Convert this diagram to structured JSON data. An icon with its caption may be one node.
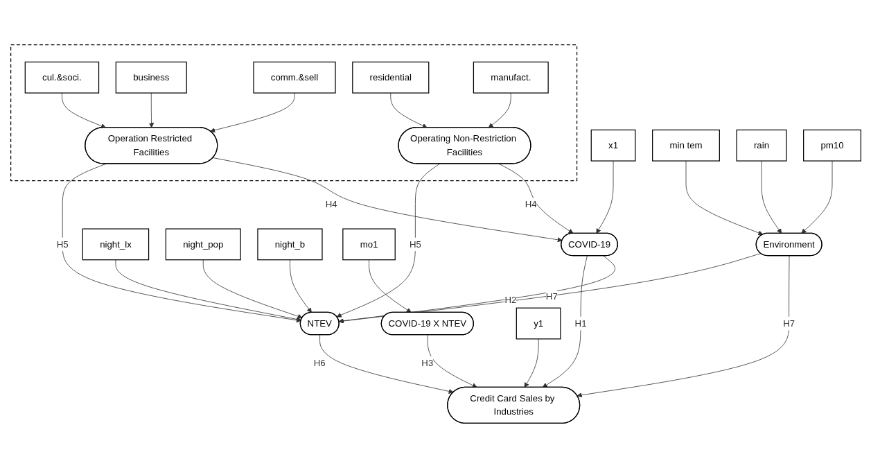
{
  "diagram": {
    "nodes": [
      {
        "text": [],
        "shape": "box"
      },
      {
        "text": [
          "cul.&soci."
        ],
        "in": 0
      },
      {
        "text": [
          "business"
        ],
        "in": 0
      },
      {
        "text": [
          "comm.&sell"
        ],
        "in": 0
      },
      {
        "text": [
          "Operation Restricted Facilities"
        ],
        "in": 0
      },
      {
        "text": [
          "residential"
        ],
        "in": 0
      },
      {
        "text": [
          "manufact."
        ],
        "in": 0
      },
      {
        "text": [
          "Operating Non-Restriction Facilities"
        ],
        "in": 0
      },
      {
        "text": [
          "x1"
        ]
      },
      {
        "text": [
          "COVID-19"
        ]
      },
      {
        "text": [
          "NTEV"
        ]
      },
      {
        "text": [
          "night_lx"
        ]
      },
      {
        "text": [
          "night_pop"
        ]
      },
      {
        "text": [
          "night_b"
        ]
      },
      {
        "text": [
          "mo1"
        ]
      },
      {
        "text": [
          "COVID-19 X NTEV"
        ]
      },
      {
        "text": [
          "Credit Card Sales by Industries"
        ]
      },
      {
        "text": [
          "y1"
        ]
      },
      {
        "text": [
          "Environment"
        ]
      },
      {
        "text": [
          "min tem"
        ]
      },
      {
        "text": [
          "rain"
        ]
      },
      {
        "text": [
          "pm10"
        ]
      }
    ],
    "edges": [
      {
        "from": 1,
        "to": 4,
        "arrow": "to"
      },
      {
        "from": 2,
        "to": 4,
        "arrow": "to"
      },
      {
        "from": 3,
        "to": 4,
        "arrow": "to"
      },
      {
        "from": 5,
        "to": 7,
        "arrow": "to"
      },
      {
        "from": 6,
        "to": 7,
        "arrow": "to"
      },
      {
        "from": 4,
        "to": 9,
        "arrow": "to",
        "label": "H4"
      },
      {
        "from": 4,
        "to": 10,
        "arrow": "to",
        "label": "H5"
      },
      {
        "from": 7,
        "to": 9,
        "arrow": "to",
        "label": "H4"
      },
      {
        "from": 7,
        "to": 10,
        "arrow": "to",
        "label": "H5"
      },
      {
        "from": 8,
        "to": 9,
        "arrow": "to"
      },
      {
        "from": 9,
        "to": 10,
        "arrow": "to",
        "label": "H2"
      },
      {
        "from": 9,
        "to": 16,
        "arrow": "to",
        "label": "H1"
      },
      {
        "from": 14,
        "to": 15,
        "arrow": "to"
      },
      {
        "from": 15,
        "to": 16,
        "arrow": "to",
        "label": "H3"
      },
      {
        "from": 17,
        "to": 16,
        "arrow": "to"
      },
      {
        "from": 10,
        "to": 16,
        "arrow": "to",
        "label": "H6"
      },
      {
        "from": 18,
        "to": 16,
        "arrow": "to",
        "label": "H7"
      },
      {
        "from": 18,
        "to": 10,
        "arrow": "to",
        "label": "H7"
      },
      {
        "from": 11,
        "to": 10,
        "arrow": "to"
      },
      {
        "from": 12,
        "to": 10,
        "arrow": "to"
      },
      {
        "from": 13,
        "to": 10,
        "arrow": "to"
      },
      {
        "from": 19,
        "to": 18,
        "arrow": "to"
      },
      {
        "from": 20,
        "to": 18,
        "arrow": "to"
      },
      {
        "from": 21,
        "to": 18,
        "arrow": "to"
      }
    ]
  }
}
